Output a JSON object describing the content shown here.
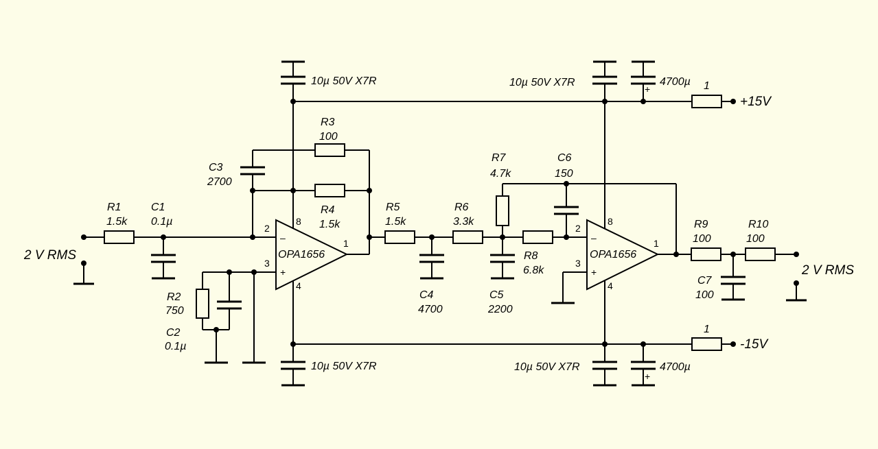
{
  "input": {
    "label": "2 V RMS"
  },
  "output": {
    "label": "2 V RMS"
  },
  "rails": {
    "positive": "+15V",
    "negative": "-15V"
  },
  "opamps": [
    {
      "name": "OPA1656",
      "pins": {
        "inv": "2",
        "noninv": "3",
        "out": "1",
        "vpos": "8",
        "vneg": "4"
      },
      "signs": {
        "minus": "–",
        "plus": "+"
      }
    },
    {
      "name": "OPA1656",
      "pins": {
        "inv": "2",
        "noninv": "3",
        "out": "1",
        "vpos": "8",
        "vneg": "4"
      },
      "signs": {
        "minus": "–",
        "plus": "+"
      }
    }
  ],
  "components": {
    "R1": {
      "ref": "R1",
      "value": "1.5k"
    },
    "C1": {
      "ref": "C1",
      "value": "0.1µ"
    },
    "R2": {
      "ref": "R2",
      "value": "750"
    },
    "C2": {
      "ref": "C2",
      "value": "0.1µ"
    },
    "C3": {
      "ref": "C3",
      "value": "2700"
    },
    "R3": {
      "ref": "R3",
      "value": "100"
    },
    "R4": {
      "ref": "R4",
      "value": "1.5k"
    },
    "R5": {
      "ref": "R5",
      "value": "1.5k"
    },
    "C4": {
      "ref": "C4",
      "value": "4700"
    },
    "R6": {
      "ref": "R6",
      "value": "3.3k"
    },
    "R7": {
      "ref": "R7",
      "value": "4.7k"
    },
    "C5": {
      "ref": "C5",
      "value": "2200"
    },
    "R8": {
      "ref": "R8",
      "value": "6.8k"
    },
    "C6": {
      "ref": "C6",
      "value": "150"
    },
    "R9": {
      "ref": "R9",
      "value": "100"
    },
    "R10": {
      "ref": "R10",
      "value": "100"
    },
    "C7": {
      "ref": "C7",
      "value": "100"
    }
  },
  "decoupling": {
    "cap_label": "10µ 50V X7R",
    "bulk_label": "4700µ",
    "rail_resistor": "1",
    "polarity": "+"
  }
}
